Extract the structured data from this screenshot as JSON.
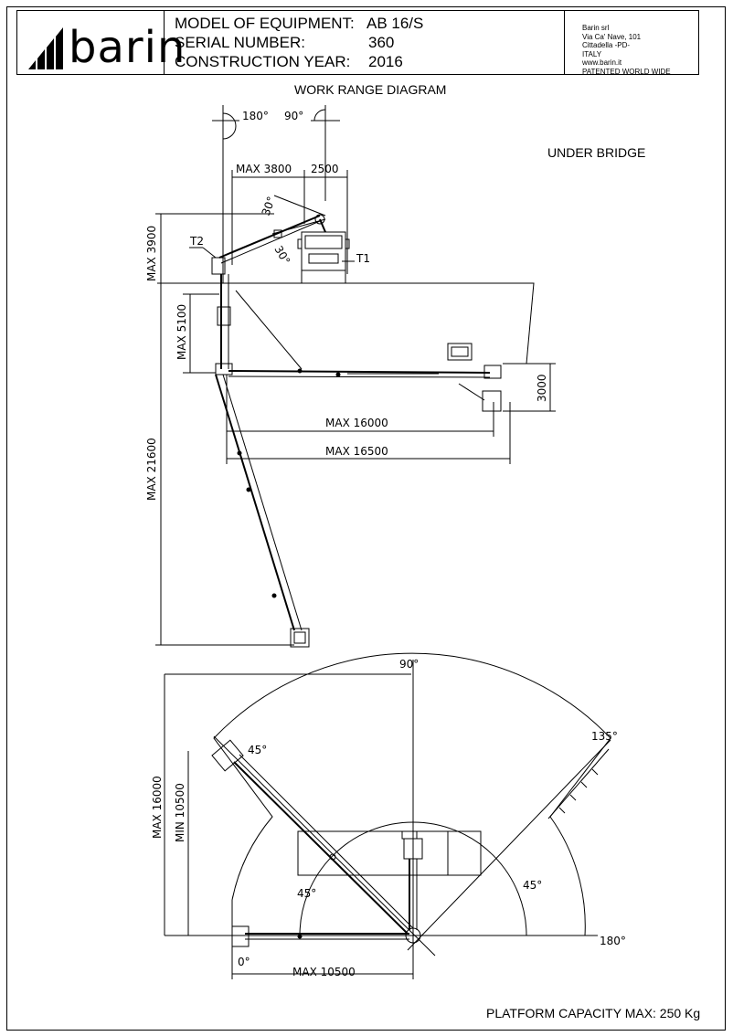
{
  "header": {
    "brand": "barin",
    "labels": {
      "model": "MODEL OF EQUIPMENT:",
      "serial": "SERIAL NUMBER:",
      "year": "CONSTRUCTION YEAR:"
    },
    "values": {
      "model": "AB 16/S",
      "serial": "360",
      "year": "2016"
    },
    "address": [
      "Barin srl",
      "Via Ca' Nave, 101",
      "Cittadella -PD-",
      "ITALY",
      "www.barin.it",
      "PATENTED WORLD WIDE"
    ]
  },
  "diagram": {
    "title": "WORK RANGE DIAGRAM",
    "mode": "UNDER BRIDGE",
    "side_view": {
      "angle_180": "180°",
      "angle_90": "90°",
      "max_3800": "MAX 3800",
      "dim_2500": "2500",
      "angle_30_top": "30°",
      "angle_30_bottom": "30°",
      "t1": "T1",
      "t2": "T2",
      "max_3900": "MAX 3900",
      "max_5100": "MAX 5100",
      "max_21600": "MAX 21600",
      "dim_3000": "3000",
      "max_16000": "MAX 16000",
      "max_16500": "MAX 16500"
    },
    "top_view": {
      "angle_90": "90°",
      "angle_135": "135°",
      "angle_45_platform": "45°",
      "angle_45_left": "45°",
      "angle_45_right": "45°",
      "angle_180": "180°",
      "angle_0": "0°",
      "max_16000": "MAX 16000",
      "min_10500": "MIN 10500",
      "max_10500": "MAX 10500"
    }
  },
  "footer": {
    "capacity": "PLATFORM CAPACITY MAX: 250 Kg"
  }
}
